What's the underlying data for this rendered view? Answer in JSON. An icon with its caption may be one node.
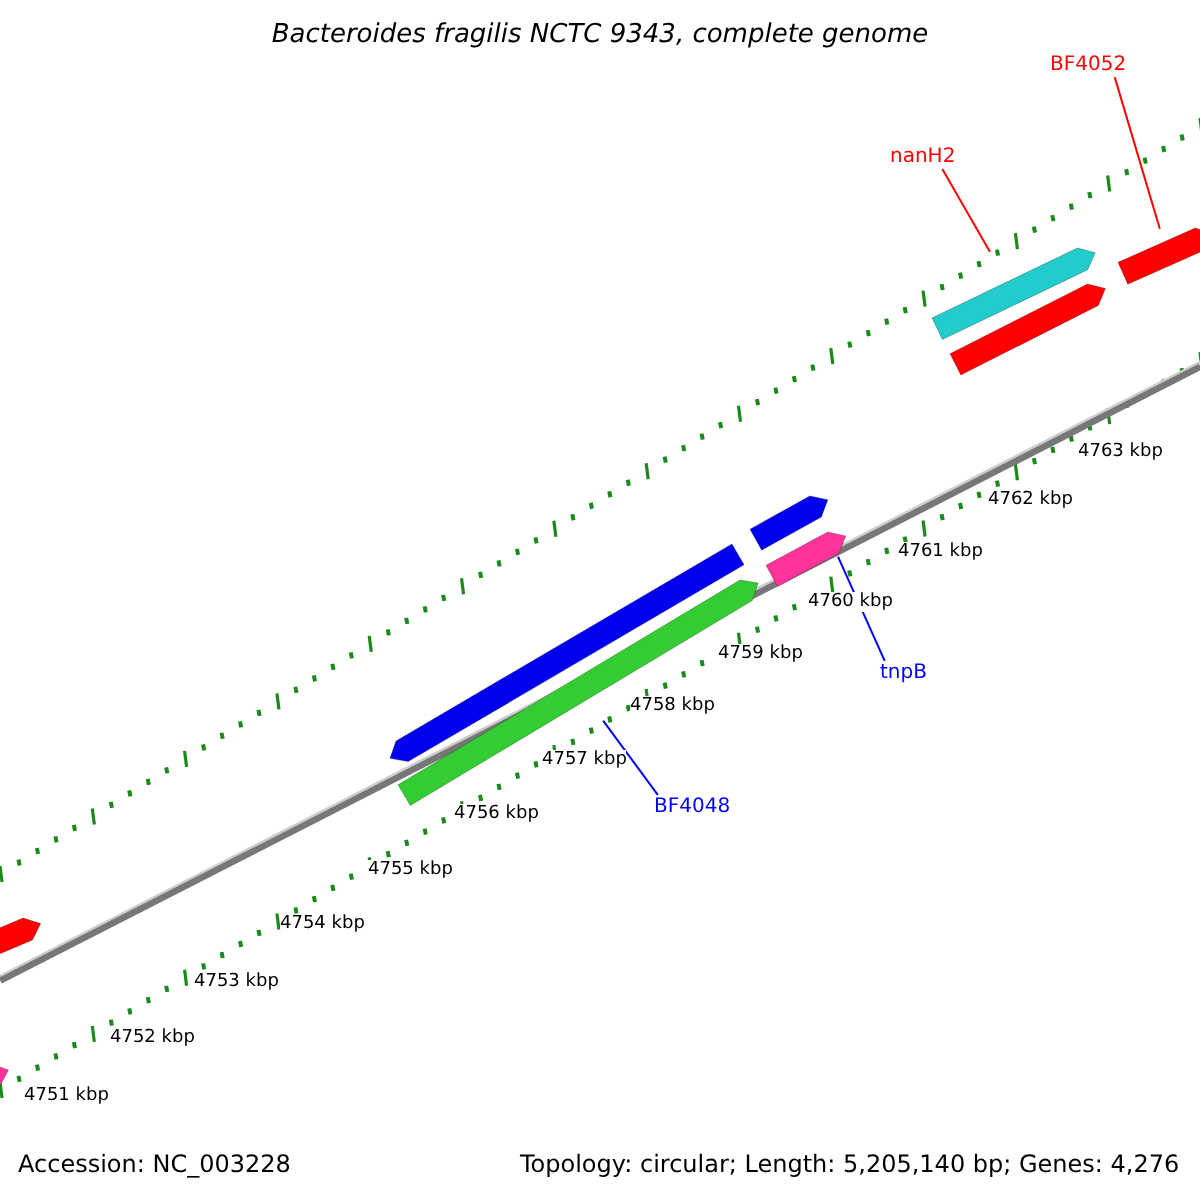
{
  "diagram": {
    "title": "Bacteroides fragilis NCTC 9343, complete genome",
    "nodes": [
      {
        "text": [],
        "shape": "bar"
      },
      {
        "text": [],
        "shape": "bar"
      },
      {
        "text": [],
        "shape": "bar"
      },
      {
        "text": [],
        "shape": "bar"
      },
      {
        "text": [],
        "shape": "bar"
      },
      {
        "text": [],
        "shape": "bar"
      },
      {
        "text": [],
        "shape": "bar"
      },
      {
        "text": [],
        "shape": "bar"
      },
      {
        "text": [],
        "shape": "bar"
      },
      {
        "text": [
          "BF4052"
        ]
      },
      {
        "text": [
          "nanH2"
        ]
      },
      {
        "text": [
          "tnpB"
        ]
      },
      {
        "text": [
          "BF4048"
        ]
      }
    ],
    "edges": [
      {
        "from": 9,
        "to": 8,
        "arrow": "none",
        "color": "#ff0000"
      },
      {
        "from": 10,
        "to": 6,
        "arrow": "none",
        "color": "#ff0000"
      },
      {
        "from": 11,
        "to": 5,
        "arrow": "none",
        "color": "#0000ff"
      },
      {
        "from": 12,
        "to": 3,
        "arrow": "none",
        "color": "#0000ff"
      }
    ],
    "labels": [
      "4763 kbp",
      "4762 kbp",
      "4761 kbp",
      "4760 kbp",
      "4759 kbp",
      "4758 kbp",
      "4757 kbp",
      "4756 kbp",
      "4755 kbp",
      "4754 kbp",
      "4753 kbp",
      "4752 kbp",
      "4751 kbp",
      "Accession: NC_003228",
      "Topology: circular; Length: 5,205,140 bp; Genes: 4,276"
    ]
  }
}
